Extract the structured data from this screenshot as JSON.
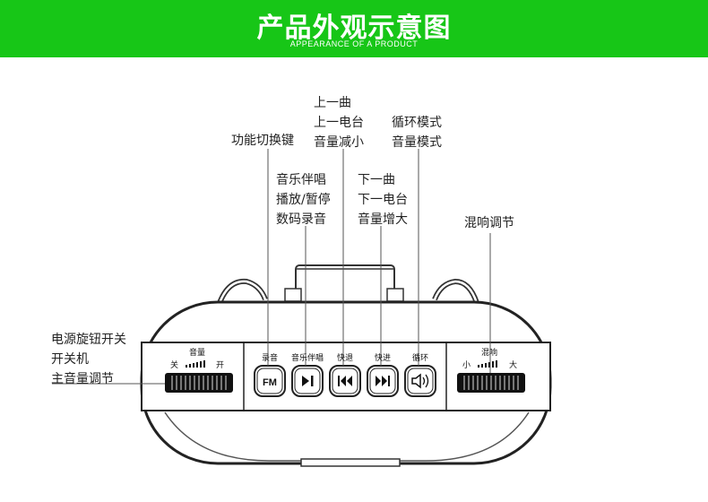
{
  "banner": {
    "title": "产品外观示意图",
    "subtitle": "APPEARANCE OF A PRODUCT",
    "color": "#17c617"
  },
  "callouts": {
    "function_key": "功能切换键",
    "play_group": [
      "音乐伴唱",
      "播放/暂停",
      "数码录音"
    ],
    "prev_group": [
      "上一曲",
      "上一电台",
      "音量减小"
    ],
    "next_group": [
      "下一曲",
      "下一电台",
      "音量增大"
    ],
    "loop_group": [
      "循环模式",
      "音量模式"
    ],
    "reverb": "混响调节",
    "power_knob": [
      "电源旋钮开关",
      "开关机",
      "主音量调节"
    ]
  },
  "panel": {
    "volume_title": "音量",
    "volume_min": "关",
    "volume_max": "开",
    "reverb_title": "混响",
    "reverb_min": "小",
    "reverb_max": "大",
    "buttons": [
      {
        "label": "录音",
        "icon": "fm-icon",
        "glyph": "FM"
      },
      {
        "label": "音乐伴唱",
        "icon": "play-pause-icon",
        "glyph": "▶‖"
      },
      {
        "label": "快退",
        "icon": "rewind-icon",
        "glyph": "|◀◀"
      },
      {
        "label": "快进",
        "icon": "fast-forward-icon",
        "glyph": "▶▶|"
      },
      {
        "label": "循环",
        "icon": "speaker-loop-icon",
        "glyph": "🔊"
      }
    ]
  }
}
